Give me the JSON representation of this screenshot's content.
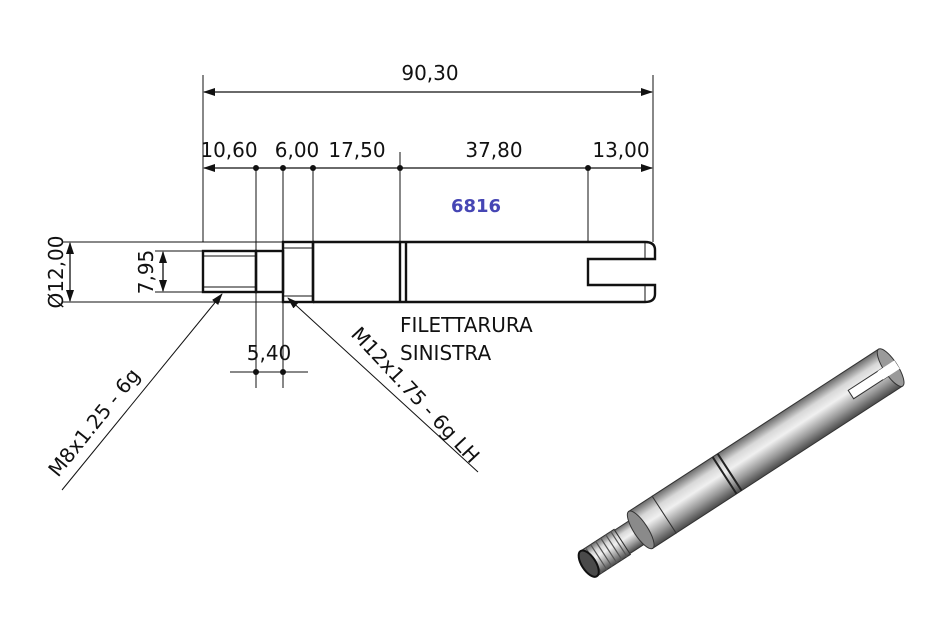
{
  "part_number": "6816",
  "dimensions": {
    "overall_length": "90,30",
    "segments": [
      "10,60",
      "6,00",
      "17,50",
      "37,80",
      "13,00"
    ],
    "diameter": "Ø12,00",
    "thread_diameter": "7,95",
    "neck_length": "5,40"
  },
  "callouts": {
    "left_thread": "M8x1.25 - 6g",
    "right_thread": "M12x1.75 - 6g LH",
    "note_line1": "FILETTARURA",
    "note_line2": "SINISTRA"
  },
  "colors": {
    "part_number": "#4646b4",
    "line": "#111111"
  }
}
